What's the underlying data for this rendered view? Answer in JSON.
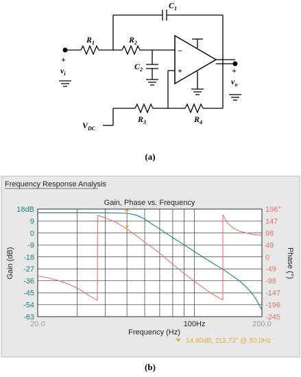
{
  "circuit": {
    "vin": "v",
    "vin_sub": "i",
    "vout": "v",
    "vout_sub": "o",
    "plus_in": "+",
    "plus_out": "+",
    "minus_sign": "−",
    "plus_sign": "+",
    "vdc": "V",
    "vdc_sub": "DC",
    "components": [
      {
        "key": "R1",
        "base": "R",
        "sub": "1"
      },
      {
        "key": "R2",
        "base": "R",
        "sub": "2"
      },
      {
        "key": "C1",
        "base": "C",
        "sub": "1"
      },
      {
        "key": "C2",
        "base": "C",
        "sub": "2"
      },
      {
        "key": "R3",
        "base": "R",
        "sub": "3"
      },
      {
        "key": "R4",
        "base": "R",
        "sub": "4"
      }
    ]
  },
  "caption_a": "(a)",
  "caption_b": "(b)",
  "panel": {
    "title": "Frequency Response Analysis",
    "marker_readout": "14.90dB, 113.73° @ 50.0Hz",
    "colors": {
      "gain": "#1e7d86",
      "phase": "#e0736b",
      "readout": "#e0b040",
      "grid": "#333333",
      "plot_bg": "#ffffff",
      "panel_bg": "#e8e8e8"
    }
  },
  "chart_data": {
    "type": "line",
    "title": "Gain, Phase vs. Frequency",
    "xlabel": "Frequency (Hz)",
    "ylabel_left": "Gain (dB)",
    "ylabel_right": "Phase (°)",
    "x_scale": "log",
    "xlim": [
      20,
      200
    ],
    "x_tick_labels": [
      "20.0",
      "100Hz",
      "200.0"
    ],
    "x_ticks": [
      20,
      100,
      200
    ],
    "ylim_left": [
      -63,
      18
    ],
    "ylim_right": [
      -245,
      196
    ],
    "y_left_ticks": [
      "18dB",
      "9",
      "0",
      "-9",
      "-18",
      "-27",
      "-36",
      "-45",
      "-54",
      "-63"
    ],
    "y_right_ticks": [
      "196°",
      "147",
      "98",
      "49",
      "0",
      "-49",
      "-98",
      "-147",
      "-196",
      "-245"
    ],
    "grid": true,
    "series": [
      {
        "name": "Gain",
        "axis": "left",
        "x": [
          20,
          30,
          40,
          45,
          50,
          55,
          60,
          65,
          70,
          80,
          90,
          100,
          110,
          120,
          130,
          140,
          150,
          160,
          170,
          180,
          190,
          200
        ],
        "y": [
          15.2,
          15.2,
          15.1,
          15.0,
          14.9,
          13.5,
          10.5,
          6.5,
          3.0,
          -3.5,
          -9.0,
          -14.0,
          -18.5,
          -22.5,
          -26.0,
          -29.5,
          -33.0,
          -36.5,
          -40.5,
          -45.0,
          -51.0,
          -58.0
        ]
      },
      {
        "name": "Phase",
        "axis": "right",
        "x": [
          20,
          22,
          25,
          28,
          31,
          34,
          36.9,
          37.0,
          40,
          45,
          50,
          55,
          60,
          65,
          70,
          80,
          90,
          100,
          110,
          120,
          130,
          133.9,
          134.0,
          140,
          150,
          160,
          170,
          180,
          190,
          200
        ],
        "y": [
          -78,
          -85,
          -98,
          -115,
          -135,
          -160,
          -178,
          170,
          160,
          140,
          113.7,
          88,
          60,
          38,
          15,
          -30,
          -68,
          -100,
          -128,
          -152,
          -170,
          -176,
          172,
          140,
          116,
          105,
          98,
          93,
          90,
          88
        ]
      }
    ],
    "marker": {
      "x": 50,
      "gain": 14.9,
      "phase": 113.73
    }
  }
}
